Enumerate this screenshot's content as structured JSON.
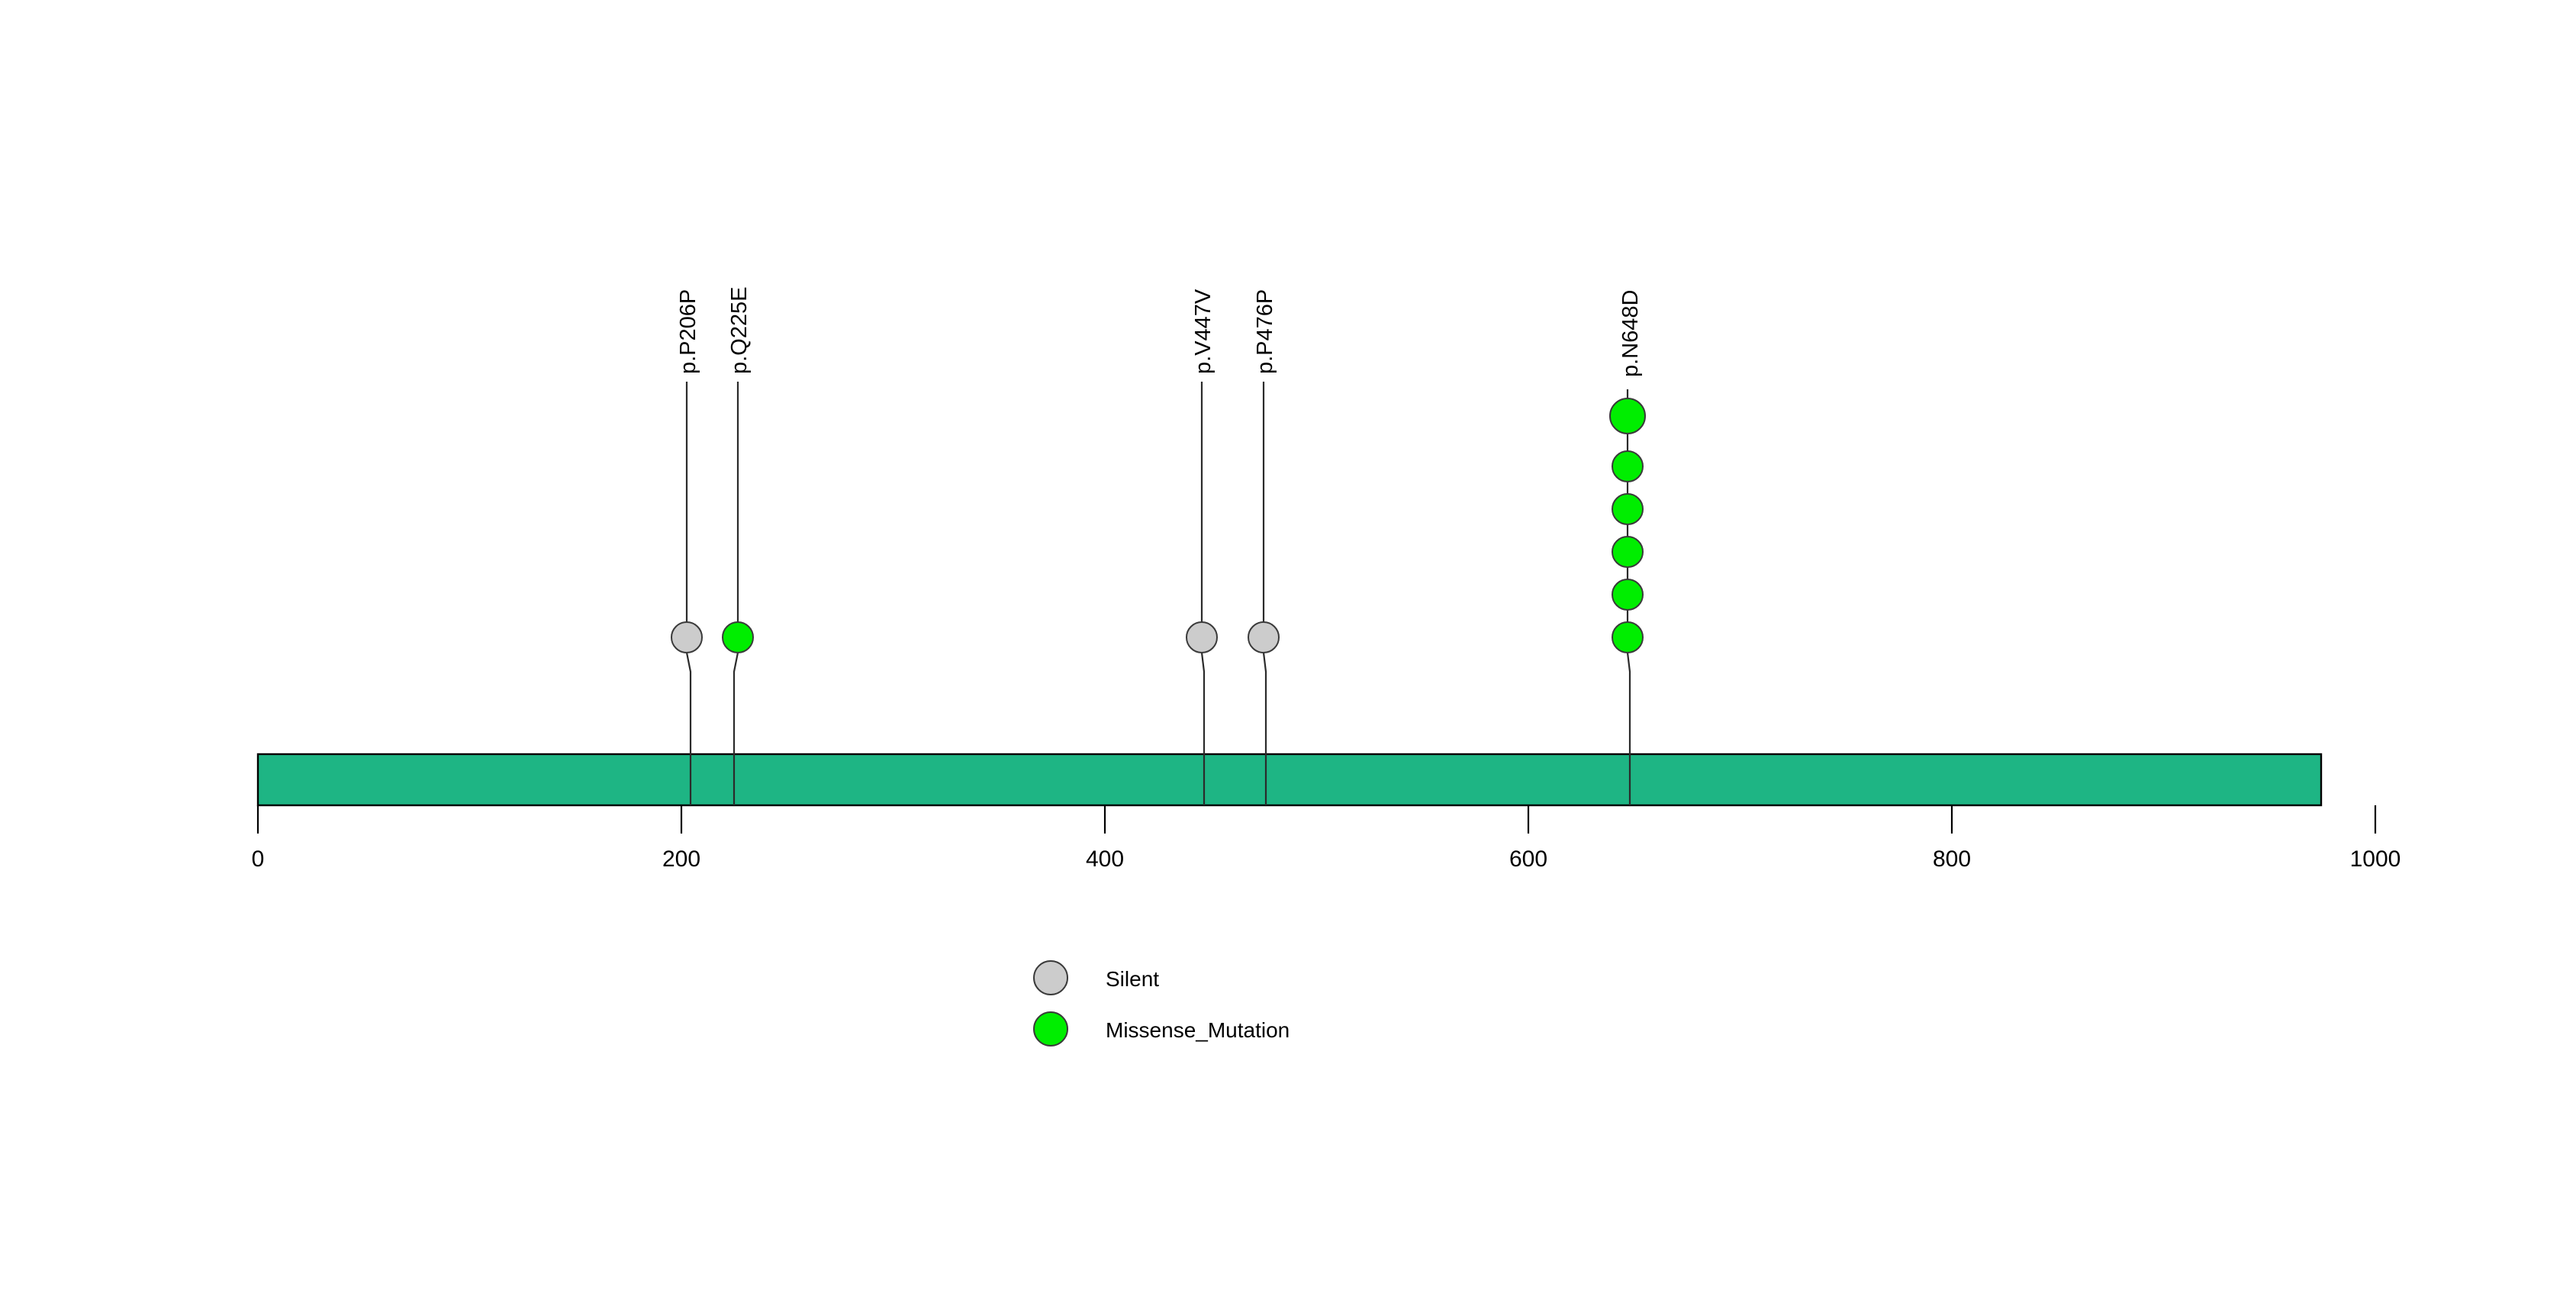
{
  "chart_data": {
    "type": "lollipop",
    "title": "",
    "subtitle": "",
    "xlabel": "",
    "ylabel": "",
    "xlim": [
      0,
      1030
    ],
    "grid": false,
    "legend_position": "bottom-center",
    "protein_length": 1030,
    "axis_ticks": [
      {
        "value": 0,
        "label": "0"
      },
      {
        "value": 200,
        "label": "200"
      },
      {
        "value": 400,
        "label": "400"
      },
      {
        "value": 600,
        "label": "600"
      },
      {
        "value": 800,
        "label": "800"
      },
      {
        "value": 1000,
        "label": "1000"
      }
    ],
    "domains": [
      {
        "name": "full-length-protein",
        "start": 0,
        "end": 1030,
        "color": "#1EB584"
      }
    ],
    "categories": [
      "Silent",
      "Missense_Mutation"
    ],
    "category_colors": {
      "Silent": "#CCCCCC",
      "Missense_Mutation": "#00EE00"
    },
    "mutations": [
      {
        "label": "p.P206P",
        "position": 206,
        "count": 1,
        "type": "Silent",
        "color": "#CCCCCC"
      },
      {
        "label": "p.Q225E",
        "position": 225,
        "count": 1,
        "type": "Missense_Mutation",
        "color": "#00EE00"
      },
      {
        "label": "p.V447V",
        "position": 447,
        "count": 1,
        "type": "Silent",
        "color": "#CCCCCC"
      },
      {
        "label": "p.P476P",
        "position": 476,
        "count": 1,
        "type": "Silent",
        "color": "#CCCCCC"
      },
      {
        "label": "p.N648D",
        "position": 648,
        "count": 6,
        "type": "Missense_Mutation",
        "color": "#00EE00"
      }
    ],
    "legend": [
      {
        "label": "Silent",
        "color": "#CCCCCC"
      },
      {
        "label": "Missense_Mutation",
        "color": "#00EE00"
      }
    ]
  },
  "colors": {
    "domain_bar": "#1EB584",
    "silent": "#CCCCCC",
    "missense": "#00EE00",
    "stroke": "#000000",
    "background": "#FFFFFF"
  },
  "labels": {
    "mut_0": "p.P206P",
    "mut_1": "p.Q225E",
    "mut_2": "p.V447V",
    "mut_3": "p.P476P",
    "mut_4": "p.N648D"
  },
  "axis": {
    "tick_0": "0",
    "tick_200": "200",
    "tick_400": "400",
    "tick_600": "600",
    "tick_800": "800",
    "tick_1000": "1000"
  },
  "legend": {
    "item_0": "Silent",
    "item_1": "Missense_Mutation"
  }
}
